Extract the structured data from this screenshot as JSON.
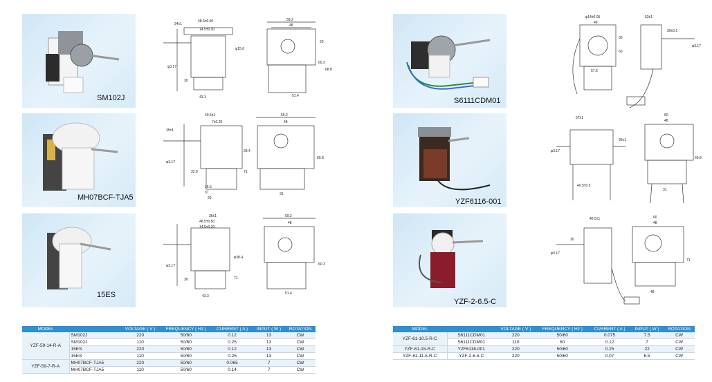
{
  "panels": [
    {
      "model": "SM102J"
    },
    {
      "model": "MH07BCF-TJA5"
    },
    {
      "model": "15ES"
    },
    {
      "model": "S6111CDM01"
    },
    {
      "model": "YZF6116-001"
    },
    {
      "model": "YZF-2-6.5-C"
    }
  ],
  "drawings": {
    "d1": {
      "a": "24±1",
      "b": "48.5±0.50",
      "c": "14.5±0.30",
      "d": "φ3.17",
      "e": "30",
      "f": "43.3",
      "g": "59.2",
      "h": "48",
      "i": "51.4",
      "j": "60.3",
      "k": "68.8",
      "l": "φ15.6",
      "m": "20"
    },
    "d2": {
      "a": "35±1",
      "b": "40.5±1",
      "c": "7±0.20",
      "d": "φ3.17",
      "e": "32.8",
      "f": "26.5",
      "g": "37",
      "h": "29",
      "i": "59.2",
      "j": "48",
      "k": "31",
      "l": "69.8",
      "m": "71",
      "n": "28.4"
    },
    "d3": {
      "a": "36±1",
      "b": "48.5±0.50",
      "c": "14.5±0.30",
      "d": "φ3.17",
      "e": "30",
      "f": "43.3",
      "g": "59.2",
      "h": "48",
      "i": "51.4",
      "j": "60.3",
      "k": "71",
      "l": "φ38.4"
    },
    "d4": {
      "a": "φ14±0.05",
      "b": "30",
      "c": "30±0.5",
      "d": "53±1",
      "e": "57.6",
      "f": "48",
      "g": "60",
      "h": "φ3.17"
    },
    "d5": {
      "a": "57±1",
      "b": "φ3.17",
      "c": "40.5±0.5",
      "d": "60",
      "e": "48",
      "f": "31",
      "g": "69.8",
      "h": "36±1"
    },
    "d6": {
      "a": "46.5±1",
      "b": "30",
      "c": "φ3.17",
      "d": "60",
      "e": "48",
      "f": "71",
      "g": "48"
    }
  },
  "table_left": {
    "headers": [
      "MODEL",
      "",
      "VOLTAGE ( V )",
      "FREQUENCY ( Hz )",
      "CURRENT ( A )",
      "INPUT ( W )",
      "ROTATION"
    ],
    "groups": [
      {
        "model": "YZF-59-14-R-A",
        "rows": [
          [
            "SM102J",
            "220",
            "50/60",
            "0.12",
            "13",
            "CW"
          ],
          [
            "SM102J",
            "110",
            "50/60",
            "0.25",
            "13",
            "CW"
          ],
          [
            "15ES",
            "220",
            "50/60",
            "0.12",
            "13",
            "CW"
          ],
          [
            "15ES",
            "110",
            "50/60",
            "0.25",
            "13",
            "CW"
          ]
        ]
      },
      {
        "model": "YZF-59-7-R-A",
        "rows": [
          [
            "MH07BCF-TJA5",
            "220",
            "50/60",
            "0.065",
            "7",
            "CW"
          ],
          [
            "MH07BCF-TJA5",
            "110",
            "50/60",
            "0.14",
            "7",
            "CW"
          ]
        ]
      }
    ]
  },
  "table_right": {
    "headers": [
      "MODEL",
      "",
      "VOLTAGE ( V )",
      "FREQUENCY ( Hz )",
      "CURRENT ( A )",
      "INPUT ( W )",
      "ROTATION"
    ],
    "rows": [
      [
        "YZF-61-10.5-R-C",
        "S6111CDM01",
        "220",
        "50/60",
        "0.075",
        "7.5",
        "CW"
      ],
      [
        "",
        "S6111CDM01",
        "110",
        "60",
        "0.12",
        "7",
        "CW"
      ],
      [
        "YZF-61-15-R-C",
        "YZF6116-001",
        "220",
        "50/60",
        "0.25",
        "22",
        "CW"
      ],
      [
        "YZF-61-11.5-R-C",
        "YZF-2-6.5-C",
        "220",
        "50/60",
        "0.07",
        "6.5",
        "CW"
      ]
    ]
  }
}
